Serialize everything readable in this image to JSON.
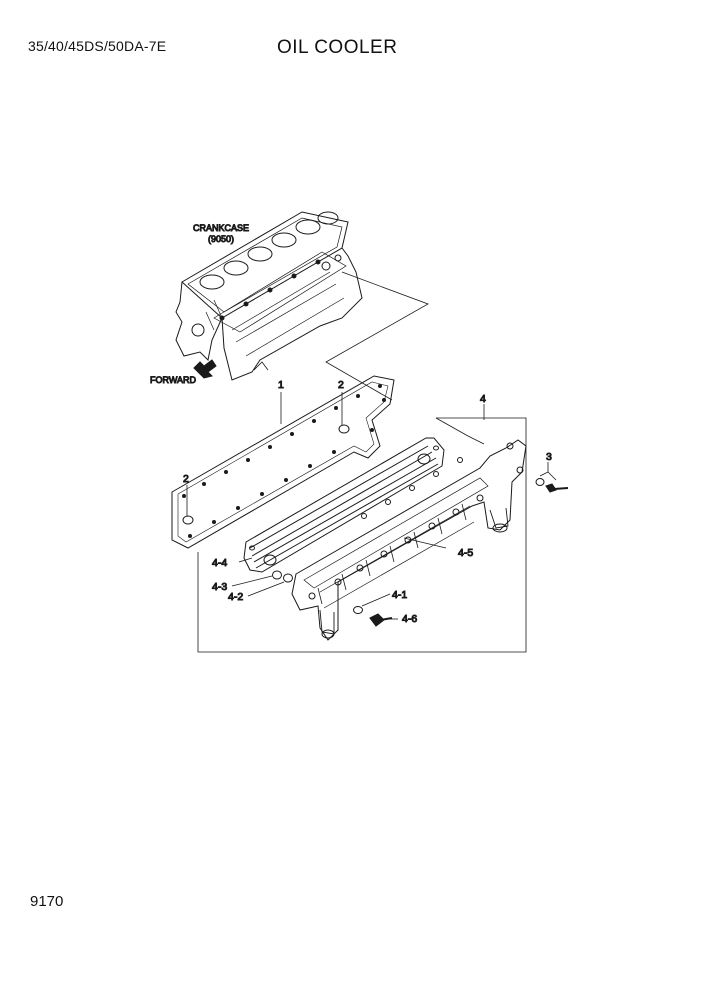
{
  "header": {
    "model": "35/40/45DS/50DA-7E",
    "title": "OIL COOLER"
  },
  "diagram": {
    "crankcase_label": "CRANKCASE",
    "crankcase_ref": "(9050)",
    "forward_label": "FORWARD",
    "callouts": {
      "c1": "1",
      "c2a": "2",
      "c2b": "2",
      "c3": "3",
      "c4": "4",
      "c4_1": "4-1",
      "c4_2": "4-2",
      "c4_3": "4-3",
      "c4_4": "4-4",
      "c4_5": "4-5",
      "c4_6": "4-6"
    }
  },
  "footer": {
    "page_number": "9170"
  }
}
